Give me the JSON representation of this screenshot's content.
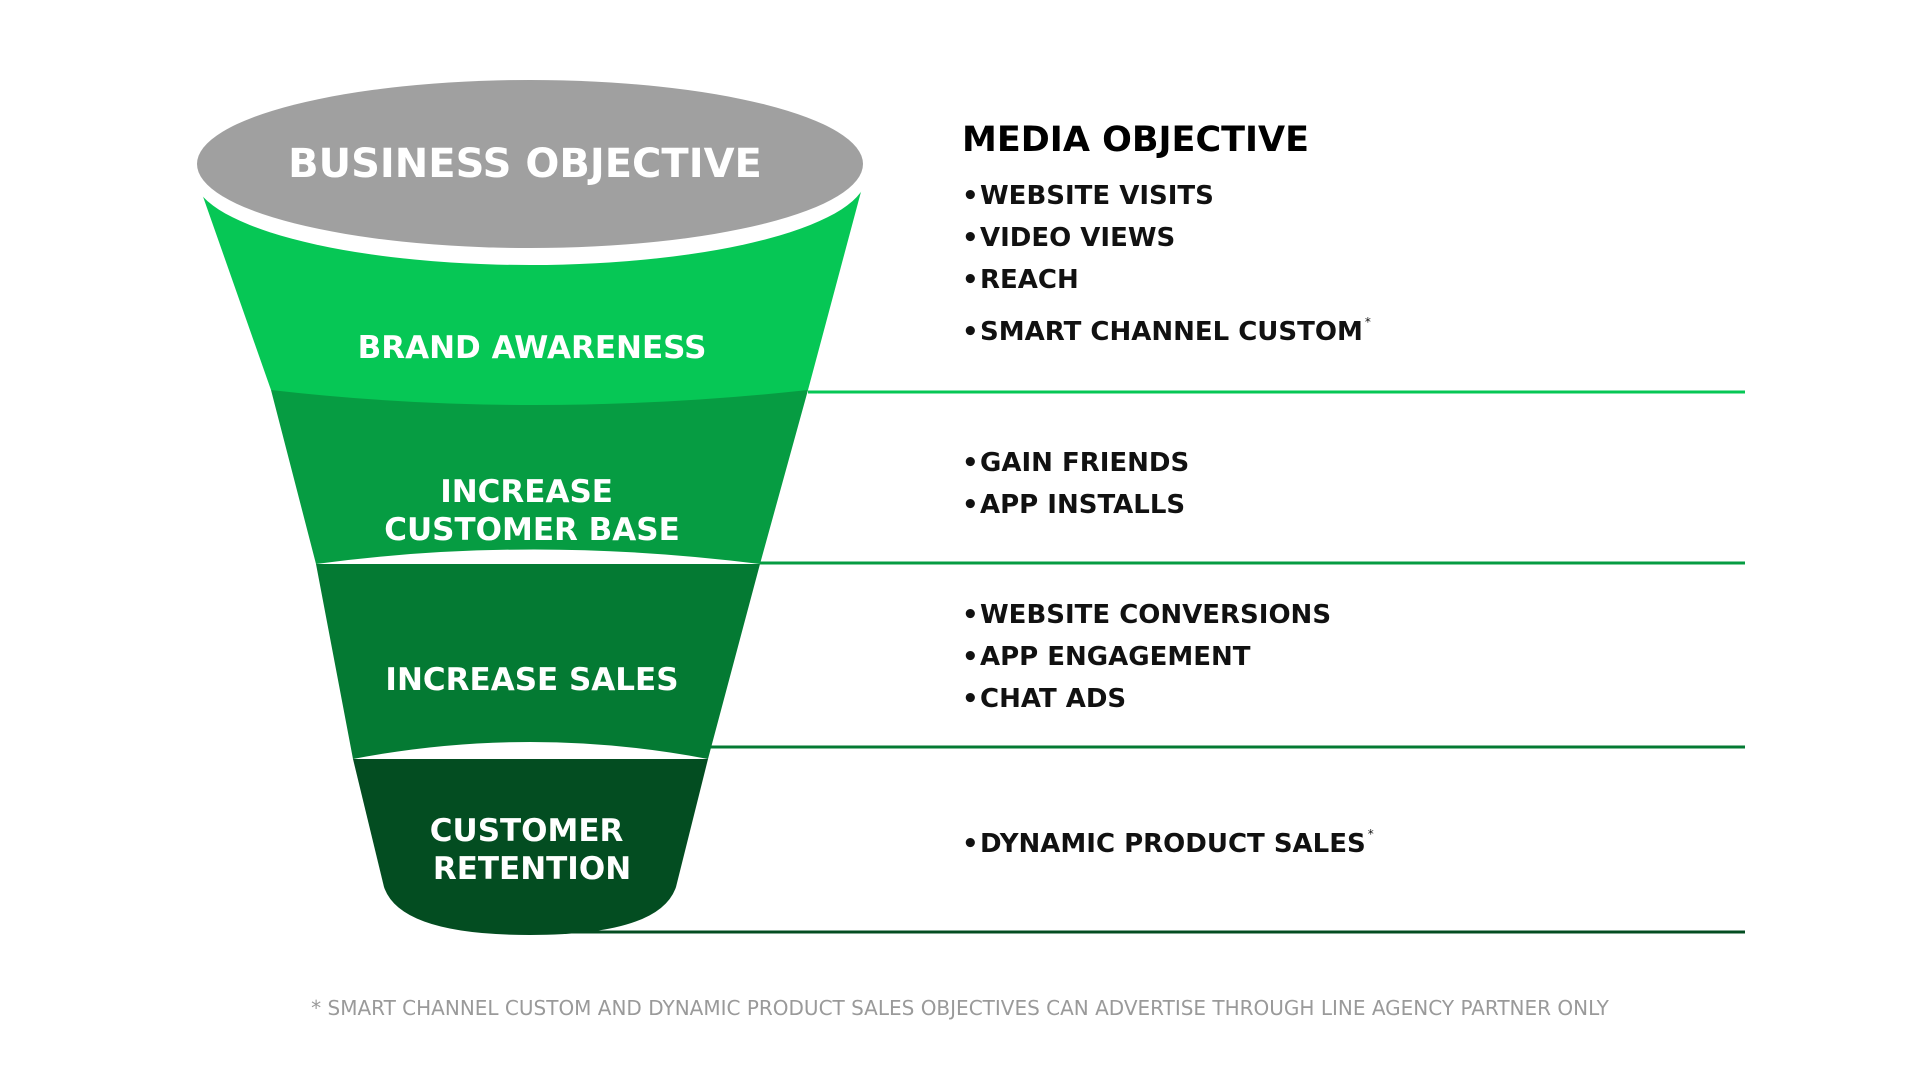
{
  "business_objective": {
    "title": "BUSINESS OBJECTIVE"
  },
  "media_objective": {
    "title": "MEDIA OBJECTIVE"
  },
  "stages": [
    {
      "lines": [
        "BRAND AWARENESS"
      ],
      "color": "#06C755",
      "objectives": [
        {
          "text": "WEBSITE VISITS",
          "asterisk": ""
        },
        {
          "text": "VIDEO VIEWS",
          "asterisk": ""
        },
        {
          "text": "REACH",
          "asterisk": ""
        },
        {
          "text": "SMART CHANNEL CUSTOM",
          "asterisk": "*"
        }
      ]
    },
    {
      "lines": [
        "INCREASE",
        "CUSTOMER BASE"
      ],
      "color": "#069C42",
      "objectives": [
        {
          "text": "GAIN FRIENDS",
          "asterisk": ""
        },
        {
          "text": "APP INSTALLS",
          "asterisk": ""
        }
      ]
    },
    {
      "lines": [
        "INCREASE SALES"
      ],
      "color": "#047A33",
      "objectives": [
        {
          "text": "WEBSITE CONVERSIONS",
          "asterisk": ""
        },
        {
          "text": "APP ENGAGEMENT",
          "asterisk": ""
        },
        {
          "text": "CHAT ADS",
          "asterisk": ""
        }
      ]
    },
    {
      "lines": [
        "CUSTOMER",
        "RETENTION"
      ],
      "color": "#034D21",
      "objectives": [
        {
          "text": "DYNAMIC PRODUCT SALES",
          "asterisk": "*"
        }
      ]
    }
  ],
  "bullet": "•",
  "footnote": "* SMART CHANNEL CUSTOM AND DYNAMIC PRODUCT SALES OBJECTIVES CAN ADVERTISE THROUGH LINE AGENCY PARTNER ONLY",
  "colors": {
    "top_ellipse": "#A0A0A0",
    "divider_lines": [
      "#06C755",
      "#069C42",
      "#047A33",
      "#034D21"
    ]
  }
}
